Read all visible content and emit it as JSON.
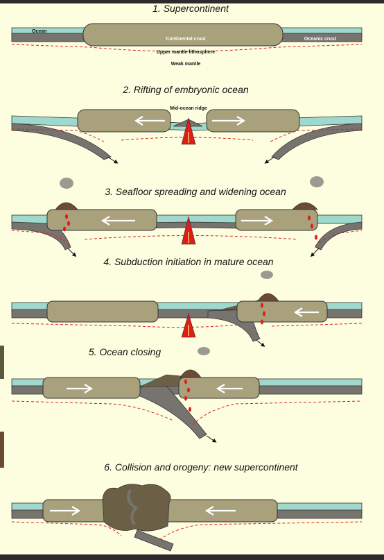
{
  "colors": {
    "background": "#fdfde0",
    "ocean": "#9fd8cc",
    "continent": "#a9a17b",
    "oceanic_plate": "#777470",
    "weak_mantle_line": "#d82020",
    "magma": "#e01b1b",
    "smoke": "#9a9a90",
    "arrow": "#ffffff"
  },
  "stages": [
    {
      "title": "1. Supercontinent",
      "labels": {
        "ocean": "Ocean",
        "continental_crust": "Continental crust",
        "oceanic_crust": "Oceanic crust",
        "upper_mantle": "Upper mantle lithosphere",
        "weak_mantle": "Weak mantle"
      }
    },
    {
      "title": "2. Rifting of embryonic ocean",
      "labels": {
        "ridge": "Mid-ocean ridge"
      }
    },
    {
      "title": "3. Seafloor spreading and widening ocean"
    },
    {
      "title": "4. Subduction initiation in mature ocean"
    },
    {
      "title": "5. Ocean closing"
    },
    {
      "title": "6. Collision and orogeny: new supercontinent"
    }
  ]
}
